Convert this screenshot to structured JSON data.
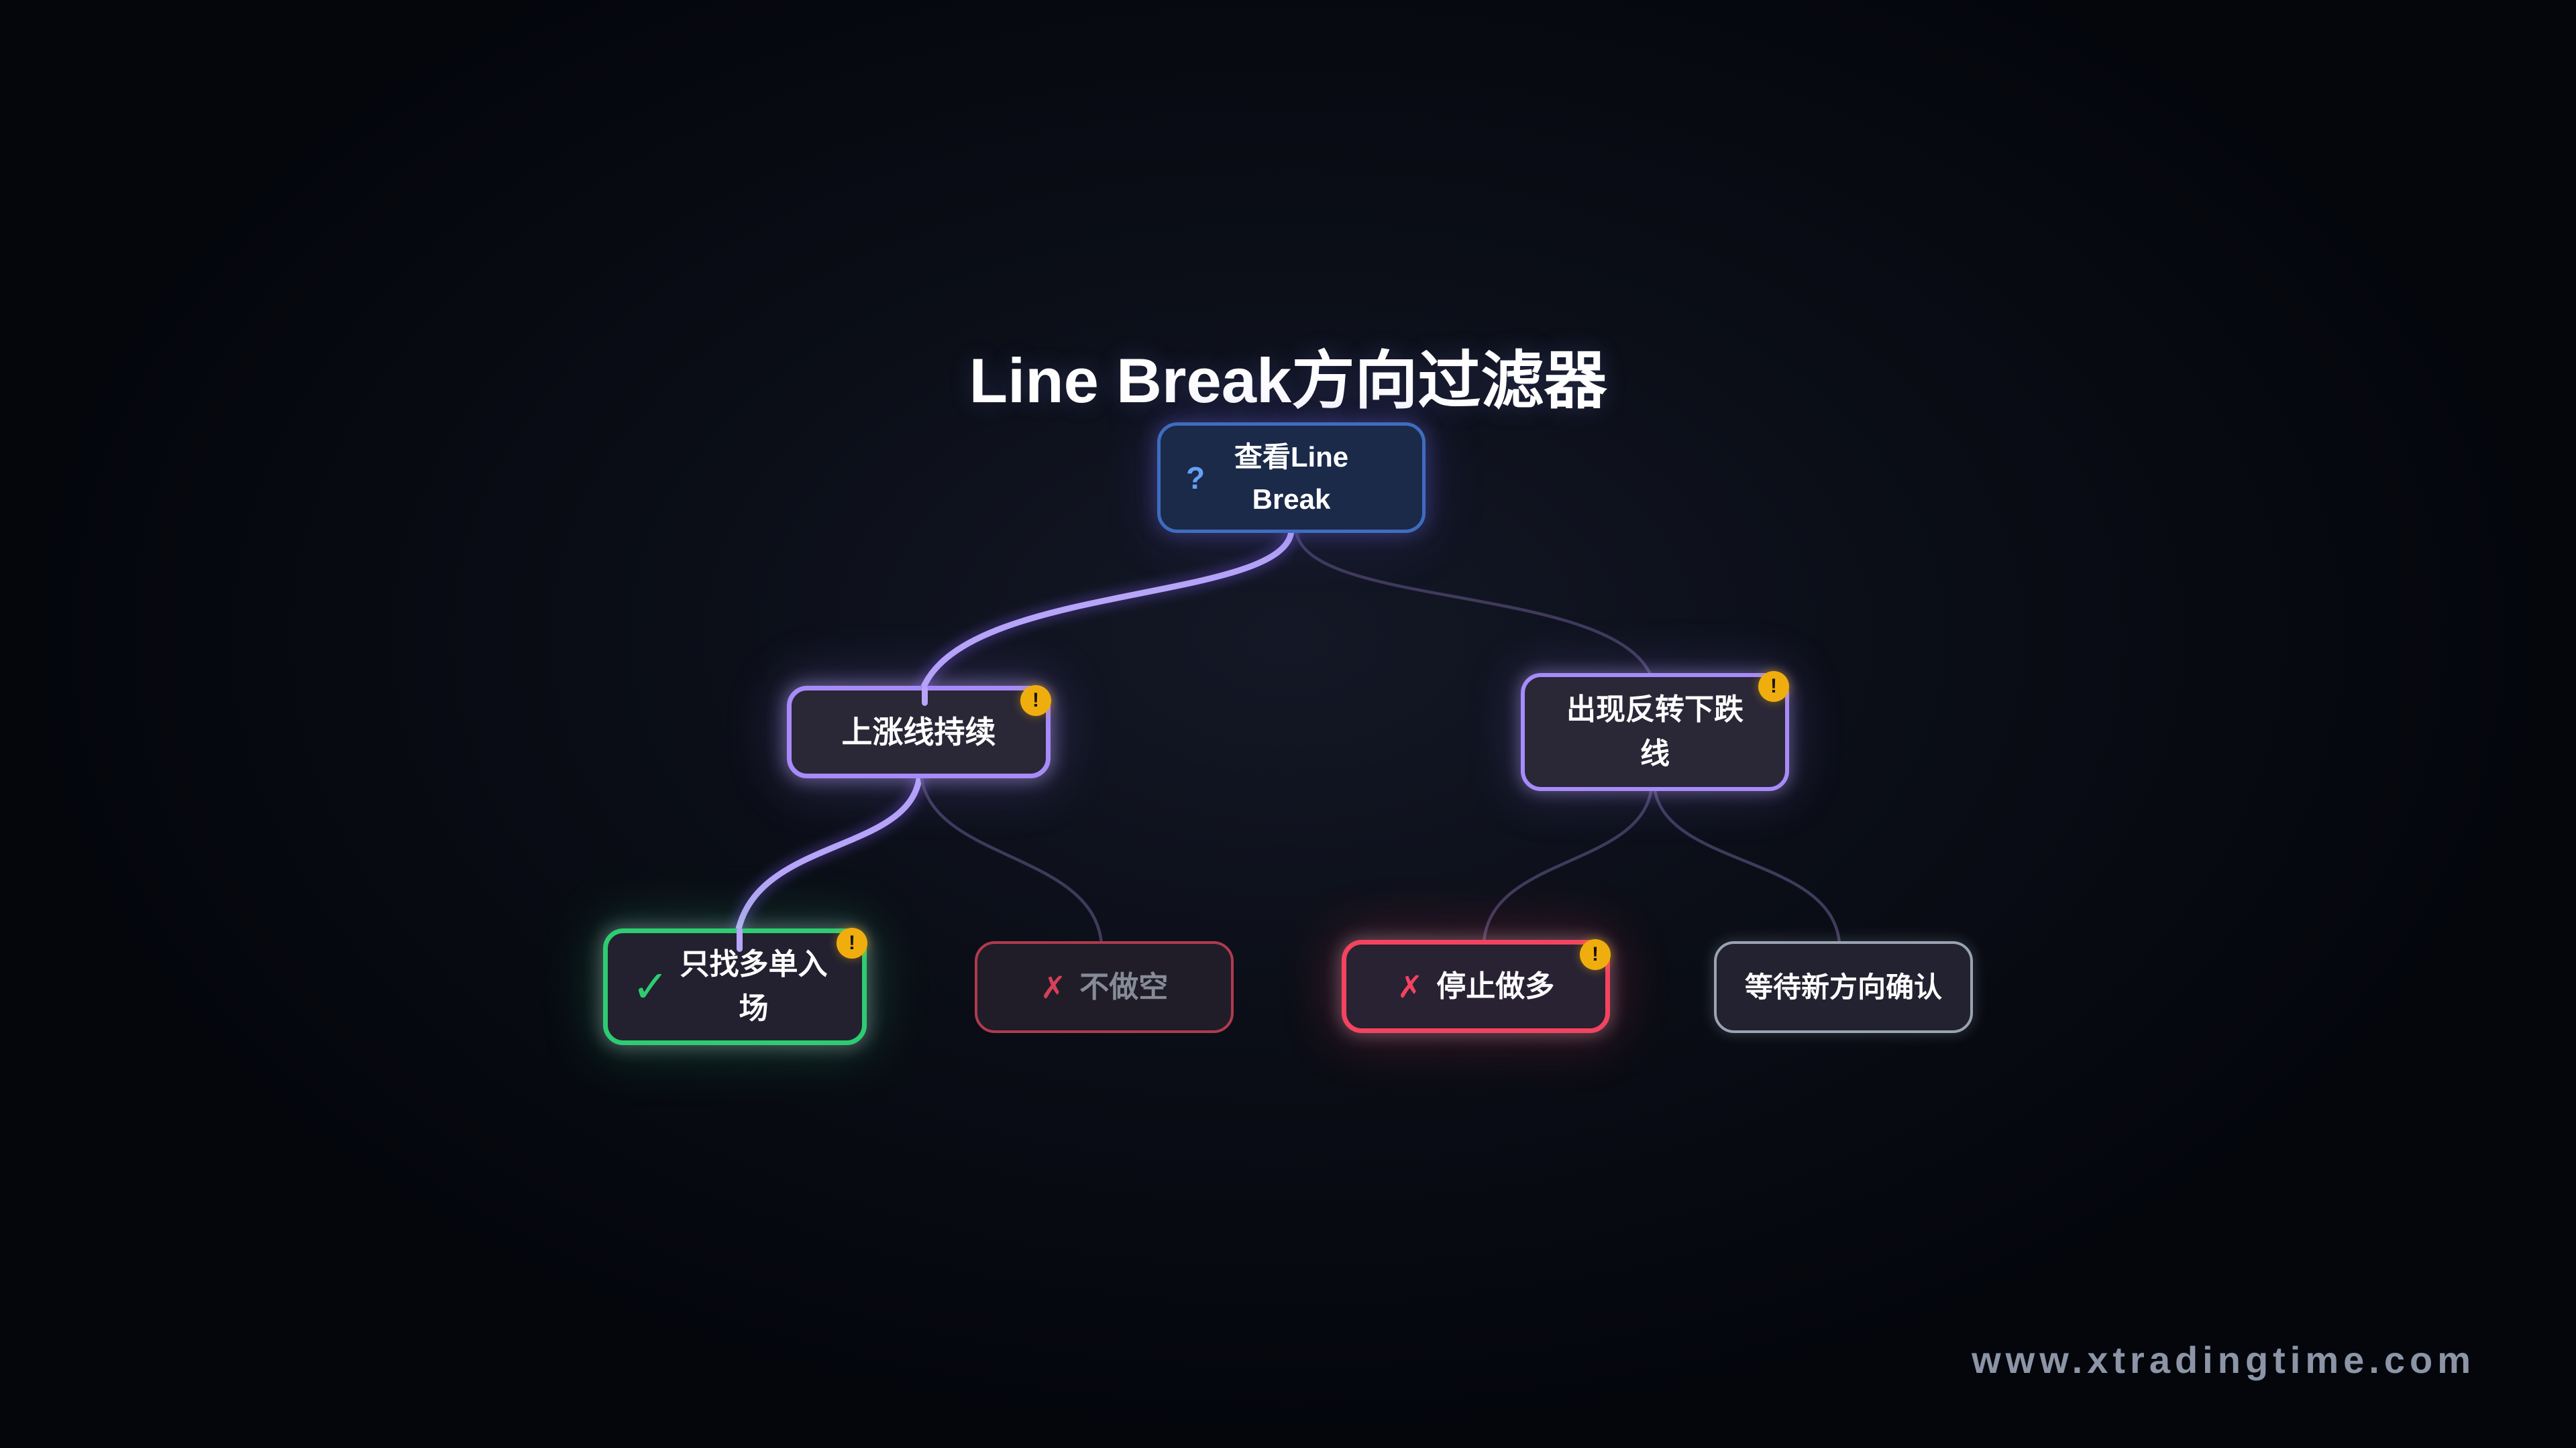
{
  "title": "Line Break方向过滤器",
  "watermark": "www.xtradingtime.com",
  "colors": {
    "background": "#0b0e17",
    "root_border": "#3f6cc0",
    "branch_border": "#a78bfa",
    "go_border": "#2ecc71",
    "stop_border": "#f4435f",
    "dim_stop_border": "#b03a4e",
    "neutral_border": "#9aa3b2",
    "badge": "#f0ae0e",
    "edge_bright": "#b7a5f9",
    "edge_dim": "#403a5c"
  },
  "icons": {
    "question": "?",
    "check": "✓",
    "cross": "✗",
    "exclamation": "!"
  },
  "nodes": {
    "root": {
      "icon": "?",
      "label": "查看Line Break"
    },
    "up": {
      "label": "上涨线持续",
      "badge": "!"
    },
    "reversal": {
      "label": "出现反转下跌线",
      "badge": "!"
    },
    "long_only": {
      "icon": "✓",
      "label": "只找多单入场",
      "badge": "!"
    },
    "no_short": {
      "icon": "✗",
      "label": "不做空"
    },
    "stop_long": {
      "icon": "✗",
      "label": "停止做多",
      "badge": "!"
    },
    "wait_confirm": {
      "label": "等待新方向确认"
    }
  }
}
